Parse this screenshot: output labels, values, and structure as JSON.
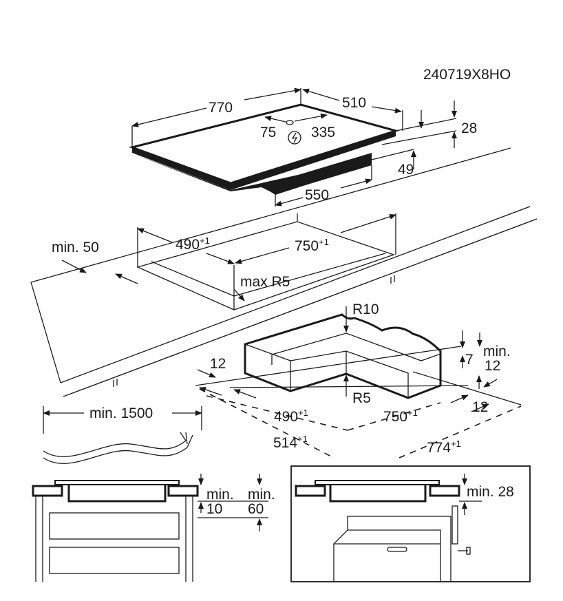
{
  "model_code": "240719X8HO",
  "hob": {
    "width": "770",
    "depth": "510",
    "cable_offset_left": "75",
    "cable_offset_right": "335",
    "power_icon": "lightning-bolt-icon",
    "thickness": "28",
    "box_height": "49",
    "box_width": "550"
  },
  "cutout": {
    "min_edge": "min. 50",
    "depth": "490",
    "width": "750",
    "tolerance": "+1",
    "radius": "max R5"
  },
  "frame": {
    "outer_radius": "R10",
    "inner_radius": "R5",
    "depth_label": "7",
    "min_label": "min.",
    "min_value": "12",
    "left_margin": "12",
    "right_margin": "12",
    "inner_depth": "490",
    "inner_width": "750",
    "outer_depth": "514",
    "outer_width": "774",
    "tolerance": "+1"
  },
  "cable": {
    "length": "min. 1500"
  },
  "cabinet_left": {
    "min_a": "min.",
    "val_a": "10",
    "min_b": "min.",
    "val_b": "60"
  },
  "cabinet_right": {
    "clearance": "min. 28"
  }
}
